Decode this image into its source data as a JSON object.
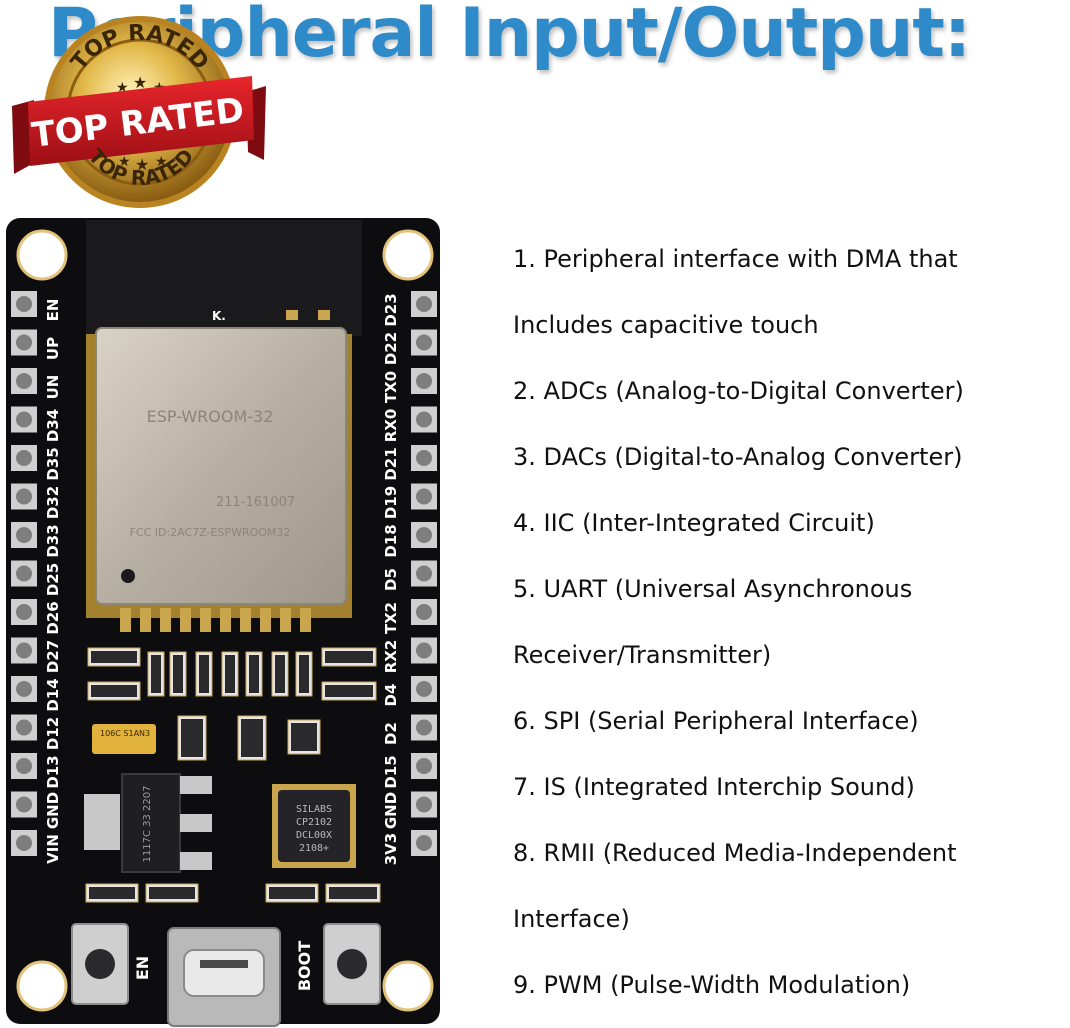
{
  "title": "Peripheral Input/Output:",
  "badge": {
    "top_text": "TOP RATED",
    "ribbon_text": "TOP RATED",
    "bottom_text": "TOP RATED"
  },
  "board": {
    "module_label": "ESP-WROOM-32",
    "module_fcc": "FCC ID:2AC7Z-ESPWROOM32",
    "module_id": "211-161007",
    "antenna_marking": "K.",
    "chip_label": "SILABS\nCP2102\nDCL00X\n2108+",
    "regulator_label": "1117C 33 2207",
    "capacitor_label": "106C S1AN3",
    "button_en_label": "EN",
    "button_boot_label": "BOOT",
    "left_pins": [
      "EN",
      "UP",
      "UN",
      "D34",
      "D35",
      "D32",
      "D33",
      "D25",
      "D26",
      "D27",
      "D14",
      "D12",
      "D13",
      "GND",
      "VIN"
    ],
    "right_pins": [
      "D23",
      "D22",
      "TX0",
      "RX0",
      "D21",
      "D19",
      "D18",
      "D5",
      "TX2",
      "RX2",
      "D4",
      "D2",
      "D15",
      "GND",
      "3V3"
    ]
  },
  "features": [
    "1. Peripheral interface with DMA that",
    "Includes capacitive touch",
    "2. ADCs (Analog-to-Digital Converter)",
    "3. DACs (Digital-to-Analog Converter)",
    "4. IIC (Inter-Integrated Circuit)",
    "5. UART (Universal Asynchronous",
    "Receiver/Transmitter)",
    "6. SPI (Serial Peripheral Interface)",
    "7. IS (Integrated Interchip Sound)",
    "8. RMII (Reduced Media-Independent",
    "Interface)",
    "9. PWM (Pulse-Width Modulation)"
  ],
  "colors": {
    "title": "#2e8ac8",
    "board": "#0d0d0f",
    "gold": "#d6a93a",
    "ribbon": "#c8161d"
  }
}
